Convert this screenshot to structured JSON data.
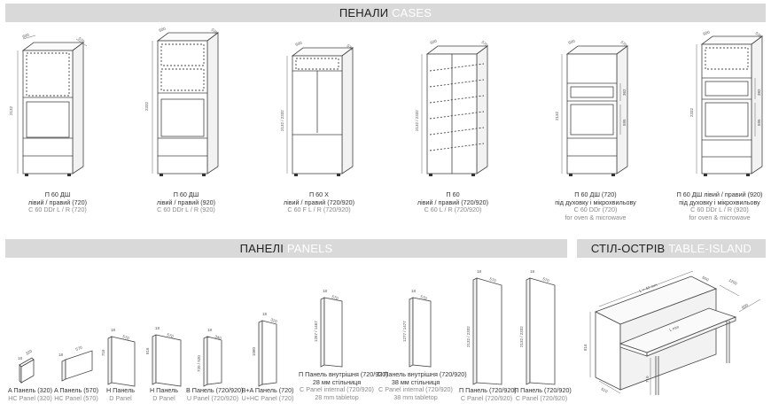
{
  "sections": {
    "cases": {
      "ua": "ПЕНАЛИ",
      "en": "CASES"
    },
    "panels": {
      "ua": "ПАНЕЛІ",
      "en": "PANELS"
    },
    "island": {
      "ua": "СТІЛ-ОСТРІВ",
      "en": "TABLE-ISLAND"
    }
  },
  "cases": [
    {
      "name": "П 60 ДШ",
      "line2": "лівий / правий (720)",
      "line3": "C 60 DDr L / R (720)",
      "line4": "",
      "dims": [
        "600",
        "570",
        "2132"
      ]
    },
    {
      "name": "П 60 ДШ",
      "line2": "лівий / правий (920)",
      "line3": "C 60 DDr L / R (920)",
      "line4": "",
      "dims": [
        "600",
        "570",
        "2332"
      ]
    },
    {
      "name": "П 60 Х",
      "line2": "лівий / правий (720/920)",
      "line3": "C 60 F L / R (720/920)",
      "line4": "",
      "dims": [
        "600",
        "570",
        "2132 / 2332"
      ]
    },
    {
      "name": "П 60",
      "line2": "лівий / правий (720/920)",
      "line3": "C 60 L / R (720/920)",
      "line4": "",
      "dims": [
        "600",
        "570",
        "2132 / 2332"
      ]
    },
    {
      "name": "П 60 ДШ (720)",
      "line2": "під духовку і мікрохвильову",
      "line3": "C 60 DDr (720)",
      "line4": "for oven & microwave",
      "dims": [
        "600",
        "570",
        "2132",
        "362",
        "595"
      ]
    },
    {
      "name": "П 60 ДШ лівий / правий (920)",
      "line2": "під духовку і мікрохвильову",
      "line3": "C 60 DDr L / R (920)",
      "line4": "for oven & microwave",
      "dims": [
        "600",
        "570",
        "2332",
        "382",
        "595"
      ]
    }
  ],
  "panels": [
    {
      "name": "A Панель (320)",
      "line2": "",
      "sub": "HC Panel (320)",
      "line4": "",
      "dims": [
        "18",
        "320"
      ]
    },
    {
      "name": "A Панель (570)",
      "line2": "",
      "sub": "HC Panel (570)",
      "line4": "",
      "dims": [
        "18",
        "570"
      ]
    },
    {
      "name": "H Панель",
      "line2": "",
      "sub": "D Panel",
      "line4": "",
      "dims": [
        "18",
        "570",
        "716"
      ]
    },
    {
      "name": "H Панель",
      "line2": "",
      "sub": "D Panel",
      "line4": "",
      "dims": [
        "18",
        "570",
        "816"
      ]
    },
    {
      "name": "B Панель (720/920)",
      "line2": "",
      "sub": "U Panel (720/920)",
      "line4": "",
      "dims": [
        "18",
        "340",
        "720 / 920"
      ]
    },
    {
      "name": "B+A Панель (720)",
      "line2": "",
      "sub": "U+HC Panel (720)",
      "line4": "",
      "dims": [
        "18",
        "320",
        "1080"
      ]
    },
    {
      "name": "П Панель внутрішня (720/920)",
      "line2": "28 мм стільниця",
      "sub": "C Panel internal (720/920)",
      "line4": "28 mm tabletop",
      "dims": [
        "18",
        "570",
        "1267 / 1467"
      ]
    },
    {
      "name": "П Панель внутрішня (720/920)",
      "line2": "38 мм стільниця",
      "sub": "C Panel internal (720/920)",
      "line4": "38 mm tabletop",
      "dims": [
        "18",
        "570",
        "1277 / 1477"
      ]
    },
    {
      "name": "П Панель (720/920)",
      "line2": "",
      "sub": "C Panel (720/920)",
      "line4": "",
      "dims": [
        "18",
        "570",
        "2132 / 2332"
      ]
    },
    {
      "name": "П Панель (720/920)",
      "line2": "",
      "sub": "C Panel (720/920)",
      "line4": "",
      "dims": [
        "18",
        "570",
        "2132 / 2332"
      ]
    }
  ],
  "island_dims": [
    "L = 40 mm",
    "L mm",
    "600",
    "1200",
    "600",
    "816",
    "710",
    "610"
  ]
}
